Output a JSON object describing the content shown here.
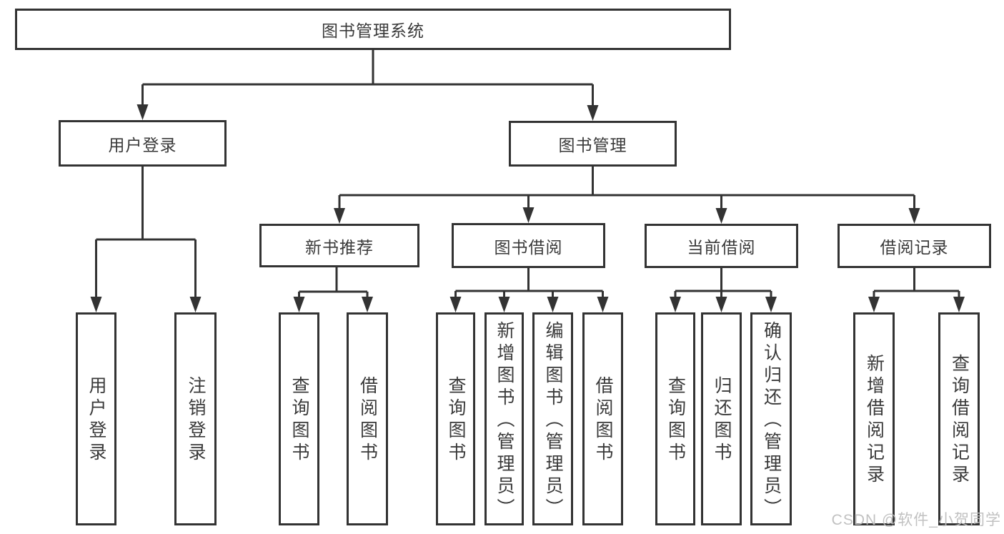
{
  "tree": {
    "label": "图书管理系统",
    "children": [
      {
        "label": "用户登录",
        "children": [
          {
            "label": "用户登录"
          },
          {
            "label": "注销登录"
          }
        ]
      },
      {
        "label": "图书管理",
        "children": [
          {
            "label": "新书推荐",
            "children": [
              {
                "label": "查询图书"
              },
              {
                "label": "借阅图书"
              }
            ]
          },
          {
            "label": "图书借阅",
            "children": [
              {
                "label": "查询图书"
              },
              {
                "label": "新增图书（管理员）"
              },
              {
                "label": "编辑图书（管理员）"
              },
              {
                "label": "借阅图书"
              }
            ]
          },
          {
            "label": "当前借阅",
            "children": [
              {
                "label": "查询图书"
              },
              {
                "label": "归还图书"
              },
              {
                "label": "确认归还（管理员）"
              }
            ]
          },
          {
            "label": "借阅记录",
            "children": [
              {
                "label": "新增借阅记录"
              },
              {
                "label": "查询借阅记录"
              }
            ]
          }
        ]
      }
    ]
  },
  "watermark": {
    "text": "CSDN @软件_小贺同学"
  },
  "colors": {
    "line": "#333333",
    "box_border": "#333333",
    "text": "#3a3a3a",
    "watermark": "#bebebe",
    "background": "#ffffff"
  }
}
